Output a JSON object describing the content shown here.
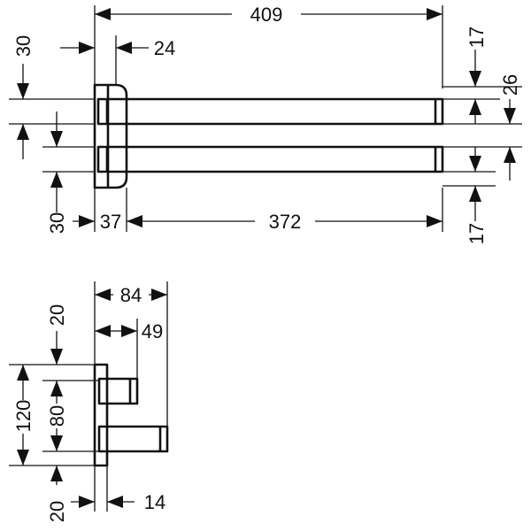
{
  "top_view": {
    "dims": {
      "overall_length": "409",
      "wall_bracket_offset": "30",
      "bracket_depth": "24",
      "arm_thickness_top": "17",
      "arm_spacing": "26",
      "bracket_offset_bottom": "30",
      "hinge_width": "37",
      "arm_length": "372",
      "arm_thickness_bottom": "17"
    }
  },
  "side_view": {
    "dims": {
      "total_projection": "84",
      "arm_projection": "49",
      "top_offset": "20",
      "bracket_height": "120",
      "arm_pitch": "80",
      "bottom_offset": "20",
      "plate_thickness": "14"
    }
  }
}
